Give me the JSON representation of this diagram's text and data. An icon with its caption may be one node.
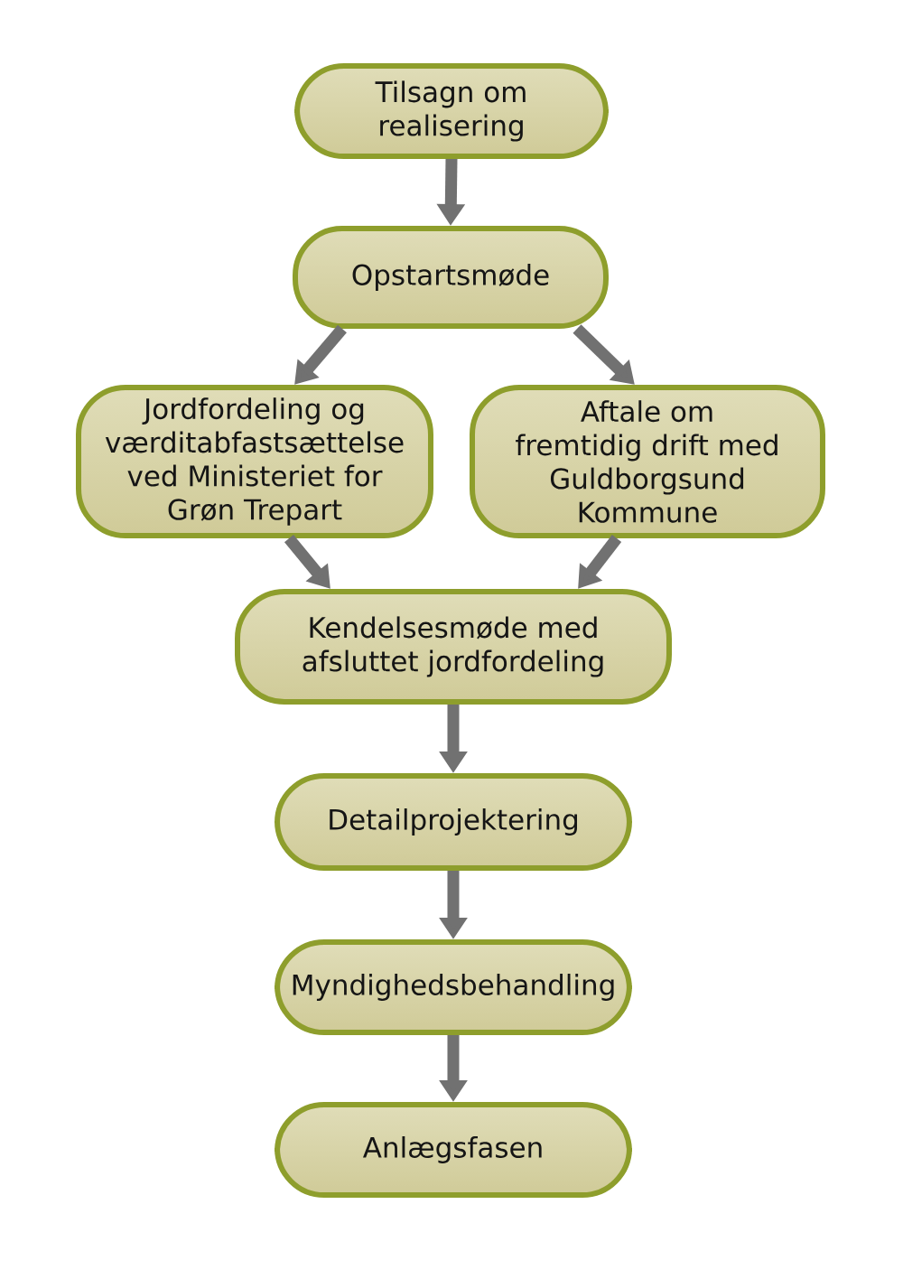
{
  "diagram": {
    "nodes": [
      {
        "text": [
          "Tilsagn om realisering"
        ]
      },
      {
        "text": [
          "Opstartsmøde"
        ]
      },
      {
        "text": [
          "Jordfordeling og værditabfastsættelse ved Ministeriet for Grøn Trepart"
        ]
      },
      {
        "text": [
          "Aftale om fremtidig drift med Guldborgsund Kommune"
        ]
      },
      {
        "text": [
          "Kendelsesmøde med afsluttet jordfordeling"
        ]
      },
      {
        "text": [
          "Detailprojektering"
        ]
      },
      {
        "text": [
          "Myndighedsbehandling"
        ]
      },
      {
        "text": [
          "Anlægsfasen"
        ]
      }
    ],
    "edges": [
      {
        "from": 0,
        "to": 1,
        "arrow": "to"
      },
      {
        "from": 1,
        "to": 2,
        "arrow": "to"
      },
      {
        "from": 1,
        "to": 3,
        "arrow": "to"
      },
      {
        "from": 2,
        "to": 4,
        "arrow": "to"
      },
      {
        "from": 3,
        "to": 4,
        "arrow": "to"
      },
      {
        "from": 4,
        "to": 5,
        "arrow": "to"
      },
      {
        "from": 5,
        "to": 6,
        "arrow": "to"
      },
      {
        "from": 6,
        "to": 7,
        "arrow": "to"
      }
    ]
  }
}
